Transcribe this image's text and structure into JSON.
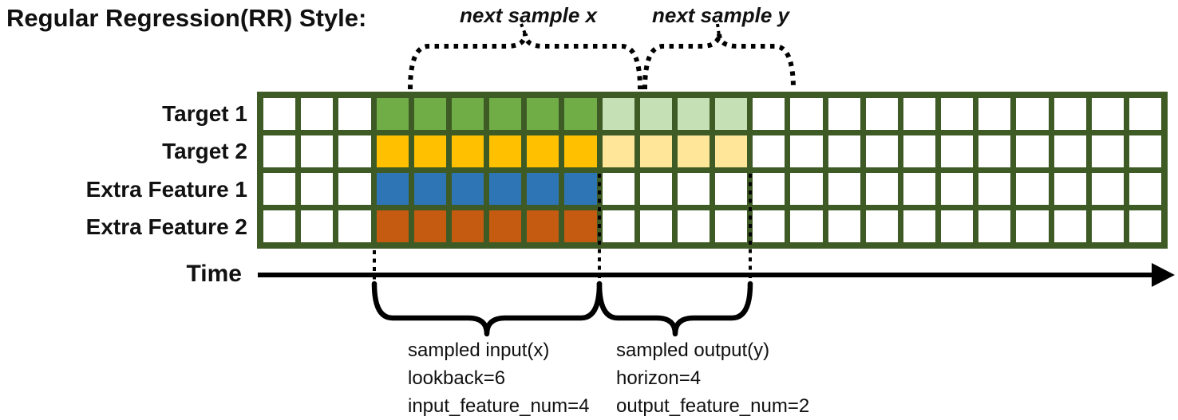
{
  "title": "Regular Regression(RR) Style:",
  "palette": {
    "grid_line": "#3E5B26",
    "green": "#70AD47",
    "green_light": "#C5E0B4",
    "gold": "#FFC000",
    "gold_light": "#FFE699",
    "blue": "#2E75B6",
    "orange": "#C55A11",
    "white": "#FFFFFF",
    "annotation": "#000000"
  },
  "grid": {
    "num_columns": 24,
    "lead_in_blank_columns": 3,
    "lookback": 6,
    "horizon": 4,
    "rows": [
      {
        "label": "Target 1",
        "input_color": "green",
        "output_color": "green_light"
      },
      {
        "label": "Target 2",
        "input_color": "gold",
        "output_color": "gold_light"
      },
      {
        "label": "Extra Feature 1",
        "input_color": "blue",
        "output_color": null
      },
      {
        "label": "Extra Feature 2",
        "input_color": "orange",
        "output_color": null
      }
    ]
  },
  "annotations": {
    "next_sample_x_label": "next sample x",
    "next_sample_y_label": "next sample y",
    "time_label": "Time",
    "sampled_input_lines": [
      "sampled input(x)",
      "lookback=6",
      "input_feature_num=4"
    ],
    "sampled_output_lines": [
      "sampled output(y)",
      "horizon=4",
      "output_feature_num=2"
    ]
  }
}
